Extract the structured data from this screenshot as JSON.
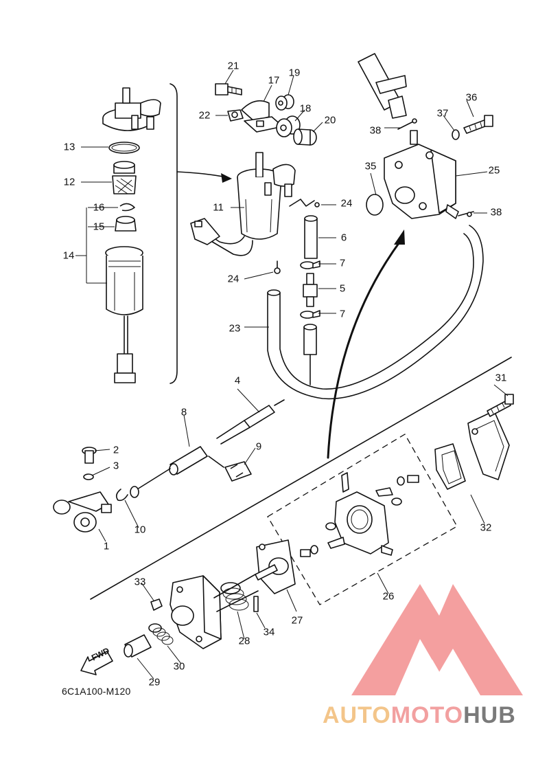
{
  "callouts": [
    {
      "id": "1",
      "label": "1"
    },
    {
      "id": "2",
      "label": "2"
    },
    {
      "id": "3",
      "label": "3"
    },
    {
      "id": "4",
      "label": "4"
    },
    {
      "id": "5",
      "label": "5"
    },
    {
      "id": "6",
      "label": "6"
    },
    {
      "id": "7a",
      "label": "7"
    },
    {
      "id": "7b",
      "label": "7"
    },
    {
      "id": "8",
      "label": "8"
    },
    {
      "id": "9",
      "label": "9"
    },
    {
      "id": "10",
      "label": "10"
    },
    {
      "id": "11",
      "label": "11"
    },
    {
      "id": "12",
      "label": "12"
    },
    {
      "id": "13",
      "label": "13"
    },
    {
      "id": "14",
      "label": "14"
    },
    {
      "id": "15",
      "label": "15"
    },
    {
      "id": "16",
      "label": "16"
    },
    {
      "id": "17",
      "label": "17"
    },
    {
      "id": "18",
      "label": "18"
    },
    {
      "id": "19",
      "label": "19"
    },
    {
      "id": "20",
      "label": "20"
    },
    {
      "id": "21",
      "label": "21"
    },
    {
      "id": "22",
      "label": "22"
    },
    {
      "id": "23",
      "label": "23"
    },
    {
      "id": "24a",
      "label": "24"
    },
    {
      "id": "24b",
      "label": "24"
    },
    {
      "id": "25",
      "label": "25"
    },
    {
      "id": "26",
      "label": "26"
    },
    {
      "id": "27",
      "label": "27"
    },
    {
      "id": "28",
      "label": "28"
    },
    {
      "id": "29",
      "label": "29"
    },
    {
      "id": "30",
      "label": "30"
    },
    {
      "id": "31",
      "label": "31"
    },
    {
      "id": "32",
      "label": "32"
    },
    {
      "id": "33",
      "label": "33"
    },
    {
      "id": "34",
      "label": "34"
    },
    {
      "id": "35",
      "label": "35"
    },
    {
      "id": "36",
      "label": "36"
    },
    {
      "id": "37",
      "label": "37"
    },
    {
      "id": "38a",
      "label": "38"
    },
    {
      "id": "38b",
      "label": "38"
    }
  ],
  "fwd_label": "FWD",
  "diagram_code": "6C1A100-M120",
  "watermark": {
    "part1": "AUTO",
    "part2": "MOTO",
    "part3": "HUB",
    "color_auto": "#f3c58a",
    "color_moto": "#f2a0a0",
    "color_hub": "#7a7a7a",
    "logo_color": "#f07a7a"
  }
}
